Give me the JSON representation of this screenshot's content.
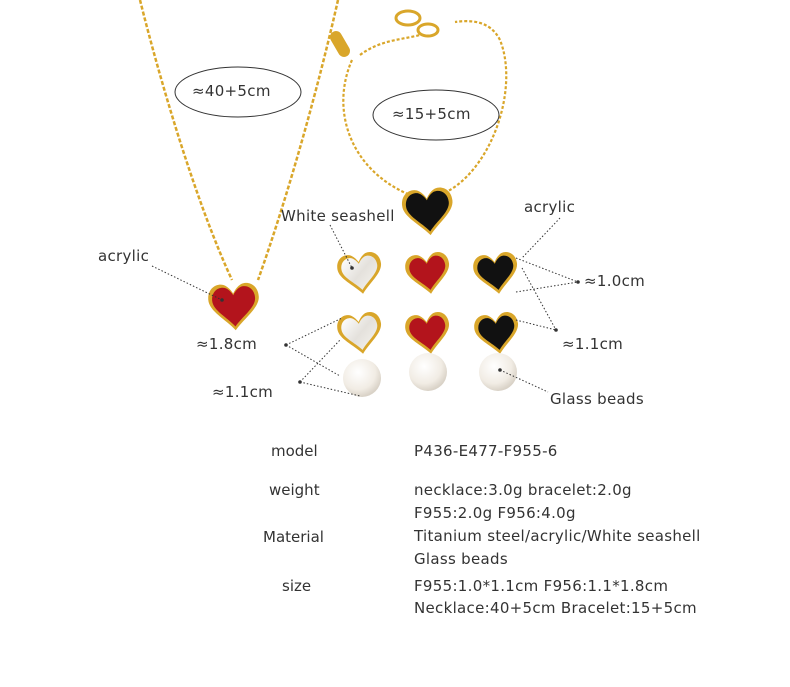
{
  "labels": {
    "necklace_length": "≈40+5cm",
    "bracelet_length": "≈15+5cm",
    "white_seashell": "White seashell",
    "acrylic_left": "acrylic",
    "acrylic_right": "acrylic",
    "size_1_8": "≈1.8cm",
    "size_1_0": "≈1.0cm",
    "size_1_1_right": "≈1.1cm",
    "size_1_1_left": "≈1.1cm",
    "glass_beads": "Glass beads"
  },
  "specs": {
    "model_key": "model",
    "model_val": "P436-E477-F955-6",
    "weight_key": "weight",
    "weight_val_1": "necklace:3.0g bracelet:2.0g",
    "weight_val_2": "F955:2.0g F956:4.0g",
    "material_key": "Material",
    "material_val_1": "Titanium steel/acrylic/White seashell",
    "material_val_2": "Glass beads",
    "size_key": "size",
    "size_val_1": "F955:1.0*1.1cm F956:1.1*1.8cm",
    "size_val_2": "Necklace:40+5cm Bracelet:15+5cm"
  },
  "colors": {
    "gold": "#d9a62a",
    "red": "#b3141c",
    "black": "#111111",
    "shell": "#f2efe9",
    "pearl": "#f6f3ee"
  }
}
